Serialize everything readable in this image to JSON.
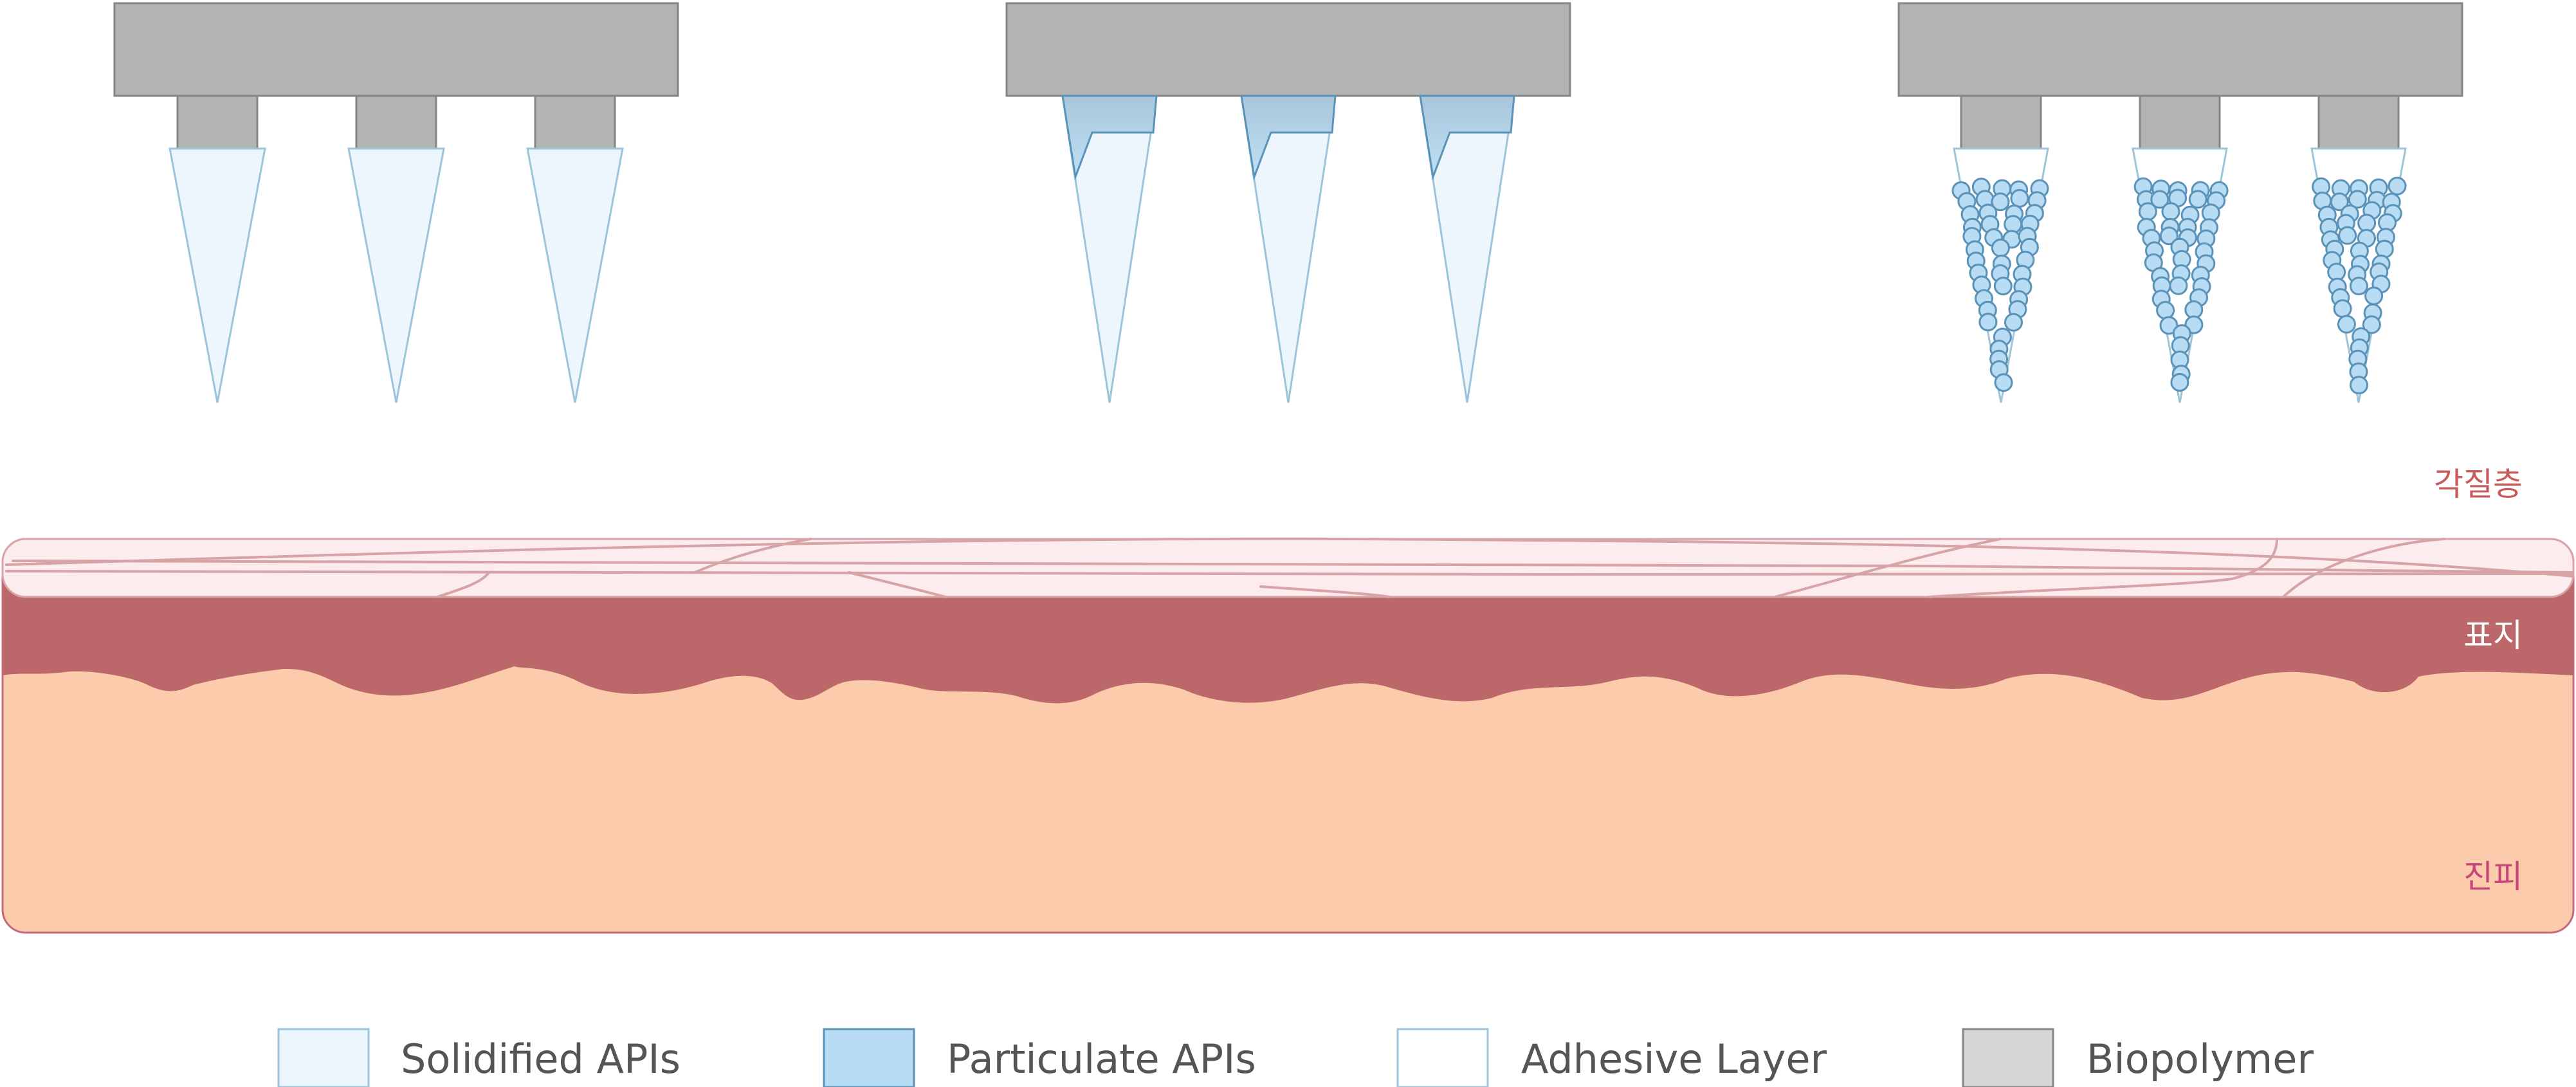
{
  "skin": {
    "stratum_corneum_label": "각질층",
    "epidermis_label": "표지",
    "dermis_label": "진피"
  },
  "legend": [
    {
      "key": "solidified",
      "label": "Solidified APIs",
      "color": "#edf6fd"
    },
    {
      "key": "particulate",
      "label": "Particulate APIs",
      "color": "#b8dcf4"
    },
    {
      "key": "adhesive",
      "label": "Adhesive Layer",
      "color": "#ffffff"
    },
    {
      "key": "biopolymer",
      "label": "Biopolymer",
      "color": "#d6d6d6"
    }
  ],
  "colors": {
    "base_fill": "#b3b3b3",
    "base_stroke": "#868686",
    "needle_fill": "#edf6fd",
    "needle_stroke": "#9cc4db",
    "particle_fill": "#b8dcf4",
    "particle_stroke": "#5a92b8",
    "stratum_corneum": "#fdeced",
    "epidermis": "#bc6769",
    "dermis": "#fbcbab",
    "skin_outline": "#c46a7c",
    "label_red": "#c85a5a",
    "label_white": "#ffffff",
    "label_pink": "#c8457a"
  }
}
